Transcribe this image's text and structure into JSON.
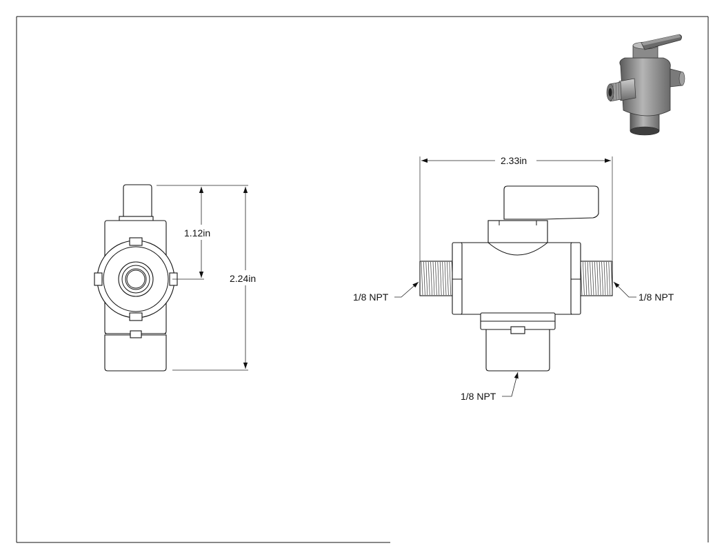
{
  "dimensions": {
    "height_overall": "2.24in",
    "height_half": "1.12in",
    "width_overall": "2.33in"
  },
  "callouts": {
    "left_port": "1/8 NPT",
    "right_port": "1/8 NPT",
    "bottom_port": "1/8 NPT"
  },
  "colors": {
    "line": "#111111",
    "render_body": "#8c8c8c",
    "render_dark": "#4a4a4a"
  }
}
